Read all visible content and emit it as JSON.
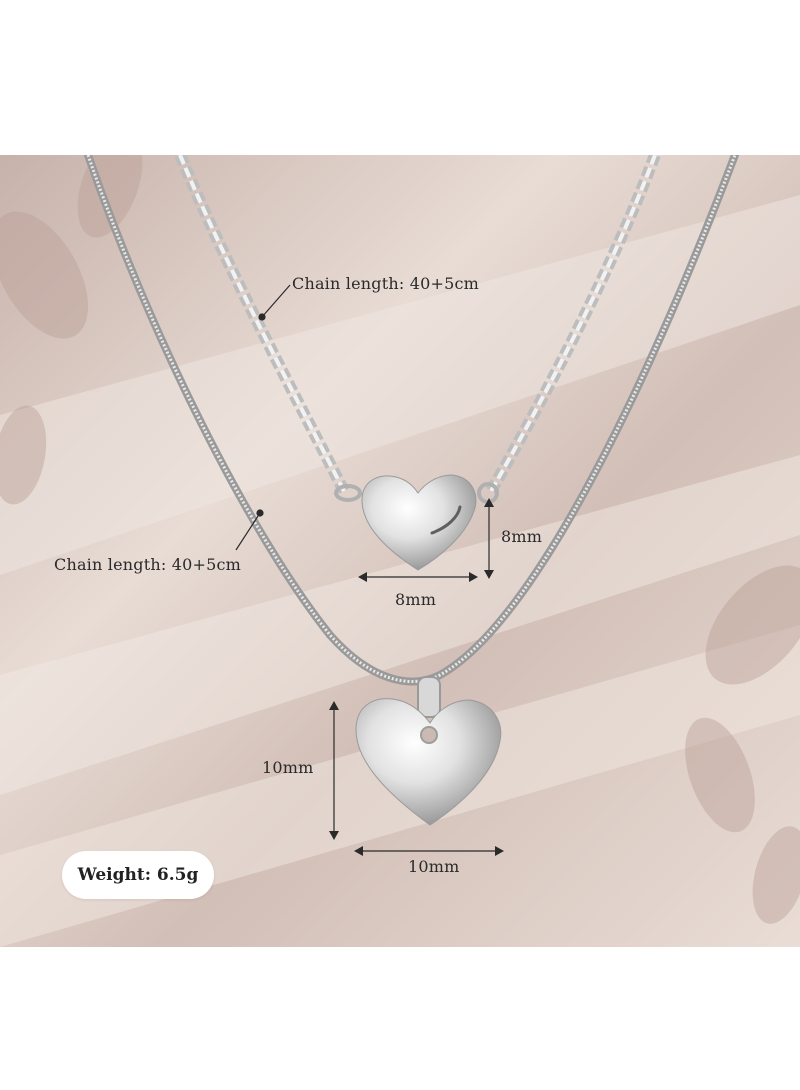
{
  "annotations": {
    "chain_top": "Chain length: 40+5cm",
    "chain_bottom": "Chain length: 40+5cm",
    "small_heart_height": "8mm",
    "small_heart_width": "8mm",
    "large_heart_height": "10mm",
    "large_heart_width": "10mm"
  },
  "weight_badge": "Weight: 6.5g",
  "colors": {
    "background_top": "#d8c8c0",
    "background_shade": "#c4ada4",
    "silver": "#d9d9d9",
    "text": "#2a2a2a"
  }
}
